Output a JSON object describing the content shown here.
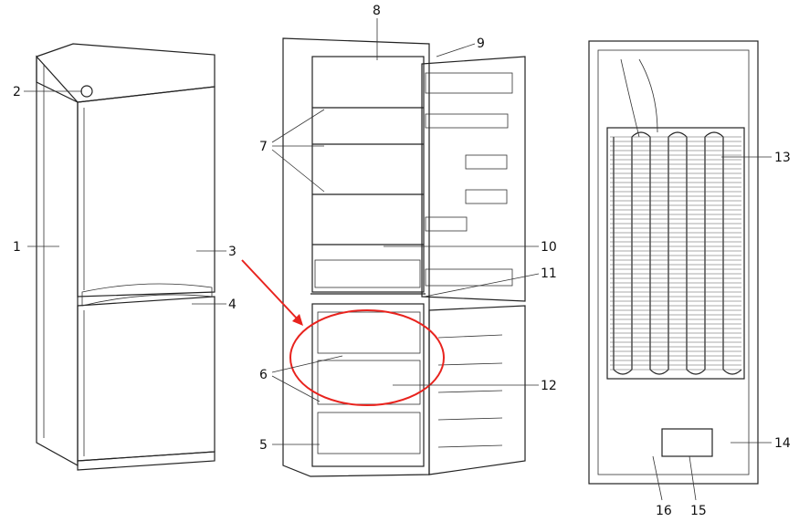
{
  "labels": {
    "l1": "1",
    "l2": "2",
    "l3": "3",
    "l4": "4",
    "l5": "5",
    "l6": "6",
    "l7": "7",
    "l8": "8",
    "l9": "9",
    "l10": "10",
    "l11": "11",
    "l12": "12",
    "l13": "13",
    "l14": "14",
    "l15": "15",
    "l16": "16"
  },
  "colors": {
    "highlight": "#e8231e",
    "line": "#222222"
  }
}
